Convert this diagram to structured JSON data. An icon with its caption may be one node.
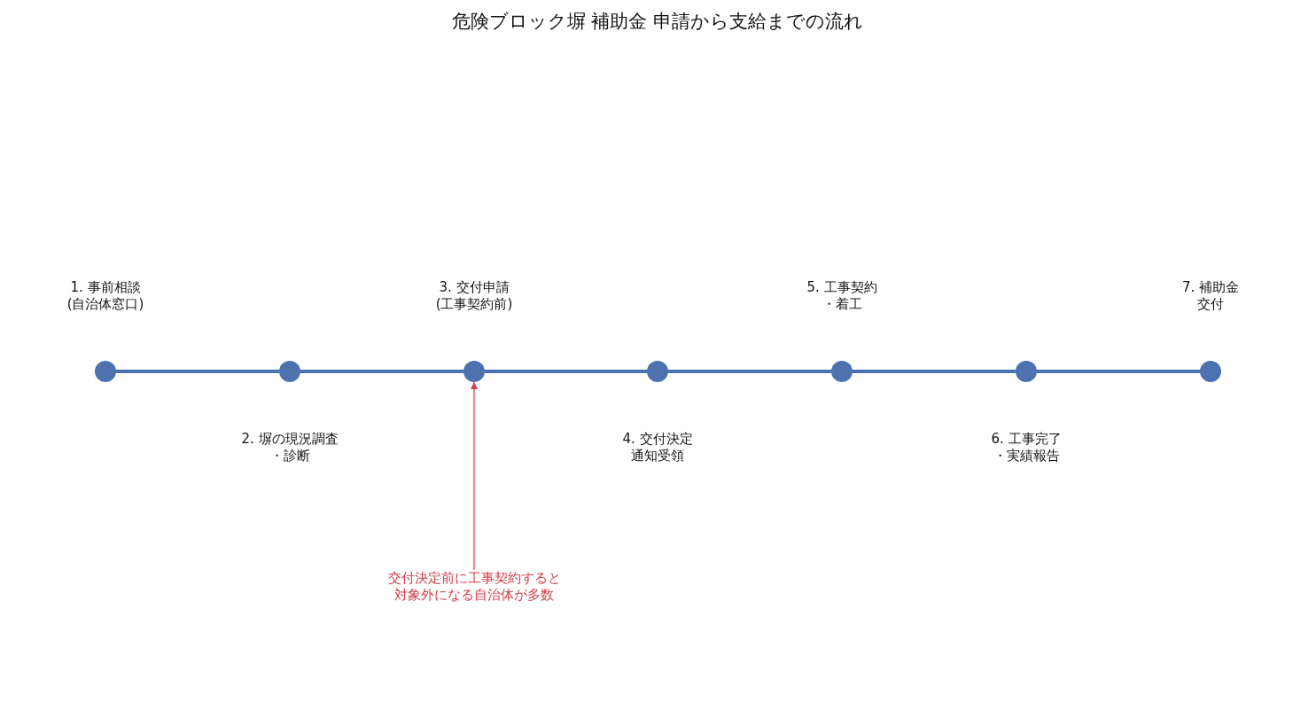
{
  "diagram": {
    "title": "危険ブロック塀 補助金 申請から支給までの流れ",
    "nodes": [
      {
        "text": [],
        "shape": "circle",
        "beside": [
          "1. 事前相談(自治体窓口)"
        ]
      },
      {
        "text": [],
        "shape": "circle",
        "beside": [
          "2. 塀の現況調査・診断"
        ]
      },
      {
        "text": [],
        "shape": "circle",
        "beside": [
          "3. 交付申請(工事契約前)"
        ]
      },
      {
        "text": [],
        "shape": "circle",
        "beside": [
          "4. 交付決定通知受領"
        ]
      },
      {
        "text": [],
        "shape": "circle",
        "beside": [
          "5. 工事契約・着工"
        ]
      },
      {
        "text": [],
        "shape": "circle",
        "beside": [
          "6. 工事完了・実績報告"
        ]
      },
      {
        "text": [],
        "shape": "circle",
        "beside": [
          "7. 補助金交付"
        ]
      },
      {
        "text": [
          "交付決定前に工事契約すると対象外になる自治体が多数"
        ]
      }
    ],
    "edges": [
      {
        "from": 0,
        "to": 1,
        "arrow": "none"
      },
      {
        "from": 1,
        "to": 2,
        "arrow": "none"
      },
      {
        "from": 2,
        "to": 3,
        "arrow": "none"
      },
      {
        "from": 3,
        "to": 4,
        "arrow": "none"
      },
      {
        "from": 4,
        "to": 5,
        "arrow": "none"
      },
      {
        "from": 5,
        "to": 6,
        "arrow": "none"
      },
      {
        "from": 7,
        "to": 2,
        "arrow": "to",
        "color": "#d1404a"
      }
    ]
  }
}
